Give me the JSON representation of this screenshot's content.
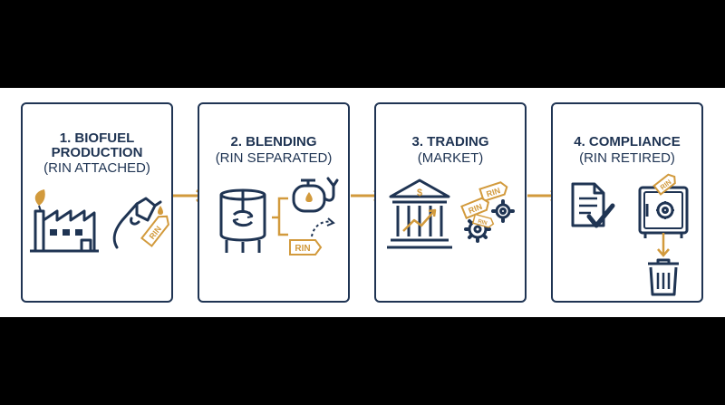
{
  "colors": {
    "navy": "#1f3453",
    "gold": "#d29a3c",
    "background": "#000000",
    "panel": "#ffffff"
  },
  "stages": [
    {
      "title_lines": [
        "1. BIOFUEL",
        "PRODUCTION"
      ],
      "subtitle": "(RIN ATTACHED)",
      "tags": [
        "RIN"
      ],
      "icons": [
        "factory-icon",
        "fuel-nozzle-icon",
        "leaf-icon",
        "rin-tag-icon"
      ]
    },
    {
      "title_lines": [
        "2. BLENDING"
      ],
      "subtitle": "(RIN SEPARATED)",
      "tags": [
        "RIN"
      ],
      "icons": [
        "blending-tank-icon",
        "fuel-tanker-icon",
        "fuel-nozzle-icon",
        "rin-tag-icon"
      ]
    },
    {
      "title_lines": [
        "3. TRADING"
      ],
      "subtitle": "(MARKET)",
      "tags": [
        "RIN",
        "RIN",
        "RIN"
      ],
      "icons": [
        "bank-building-icon",
        "gear-icon",
        "rin-tag-icon"
      ]
    },
    {
      "title_lines": [
        "4. COMPLIANCE"
      ],
      "subtitle": "(RIN RETIRED)",
      "tags": [
        "RIN"
      ],
      "icons": [
        "checked-document-icon",
        "safe-icon",
        "trash-can-icon",
        "rin-tag-icon"
      ]
    }
  ]
}
